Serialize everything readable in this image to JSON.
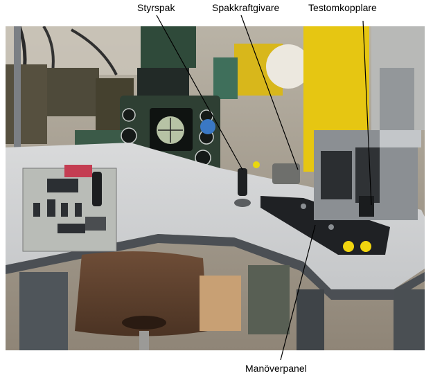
{
  "labels": {
    "styrspak": "Styrspak",
    "spakkraftgivare": "Spakkraftgivare",
    "testomkopplare": "Testomkopplare",
    "manoverpanel": "Manöverpanel"
  }
}
